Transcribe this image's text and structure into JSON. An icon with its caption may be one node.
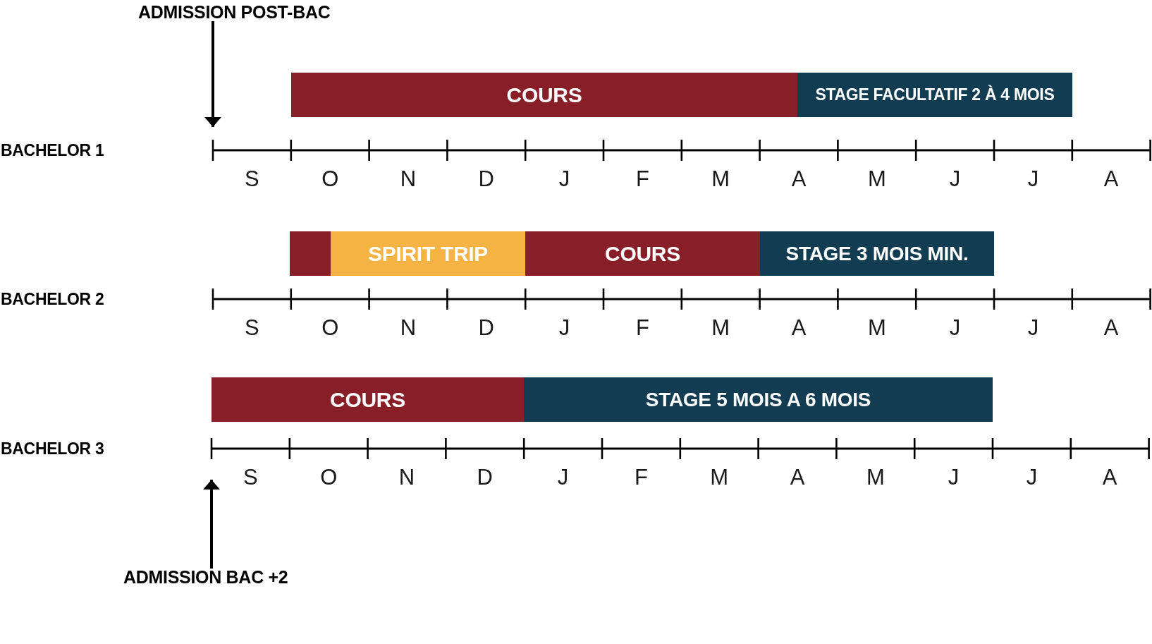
{
  "diagram": {
    "nodes": [
      {
        "text": [
          "ADMISSION POST-BAC"
        ]
      },
      {
        "text": [
          "COURS"
        ]
      },
      {
        "text": [
          "STAGE FACULTATIF 2 À 4 MOIS"
        ]
      },
      {
        "text": [],
        "shape": "bar"
      },
      {
        "text": [
          "SPIRIT TRIP"
        ]
      },
      {
        "text": [
          "COURS"
        ]
      },
      {
        "text": [
          "STAGE 3 MOIS MIN."
        ]
      },
      {
        "text": [
          "COURS"
        ]
      },
      {
        "text": [
          "STAGE 5 MOIS A 6 MOIS"
        ]
      },
      {
        "text": [
          "ADMISSION BAC +2"
        ]
      }
    ],
    "edges": [
      {
        "from": 0,
        "to": null,
        "arrow": "to"
      },
      {
        "from": 9,
        "to": null,
        "arrow": "to"
      }
    ],
    "labels": [
      "BACHELOR 1",
      "S",
      "O",
      "N",
      "D",
      "J",
      "F",
      "M",
      "A",
      "M",
      "J",
      "J",
      "A",
      "BACHELOR 2",
      "S",
      "O",
      "N",
      "D",
      "J",
      "F",
      "M",
      "A",
      "M",
      "J",
      "J",
      "A",
      "BACHELOR 3",
      "S",
      "O",
      "N",
      "D",
      "J",
      "F",
      "M",
      "A",
      "M",
      "J",
      "J",
      "A"
    ]
  }
}
